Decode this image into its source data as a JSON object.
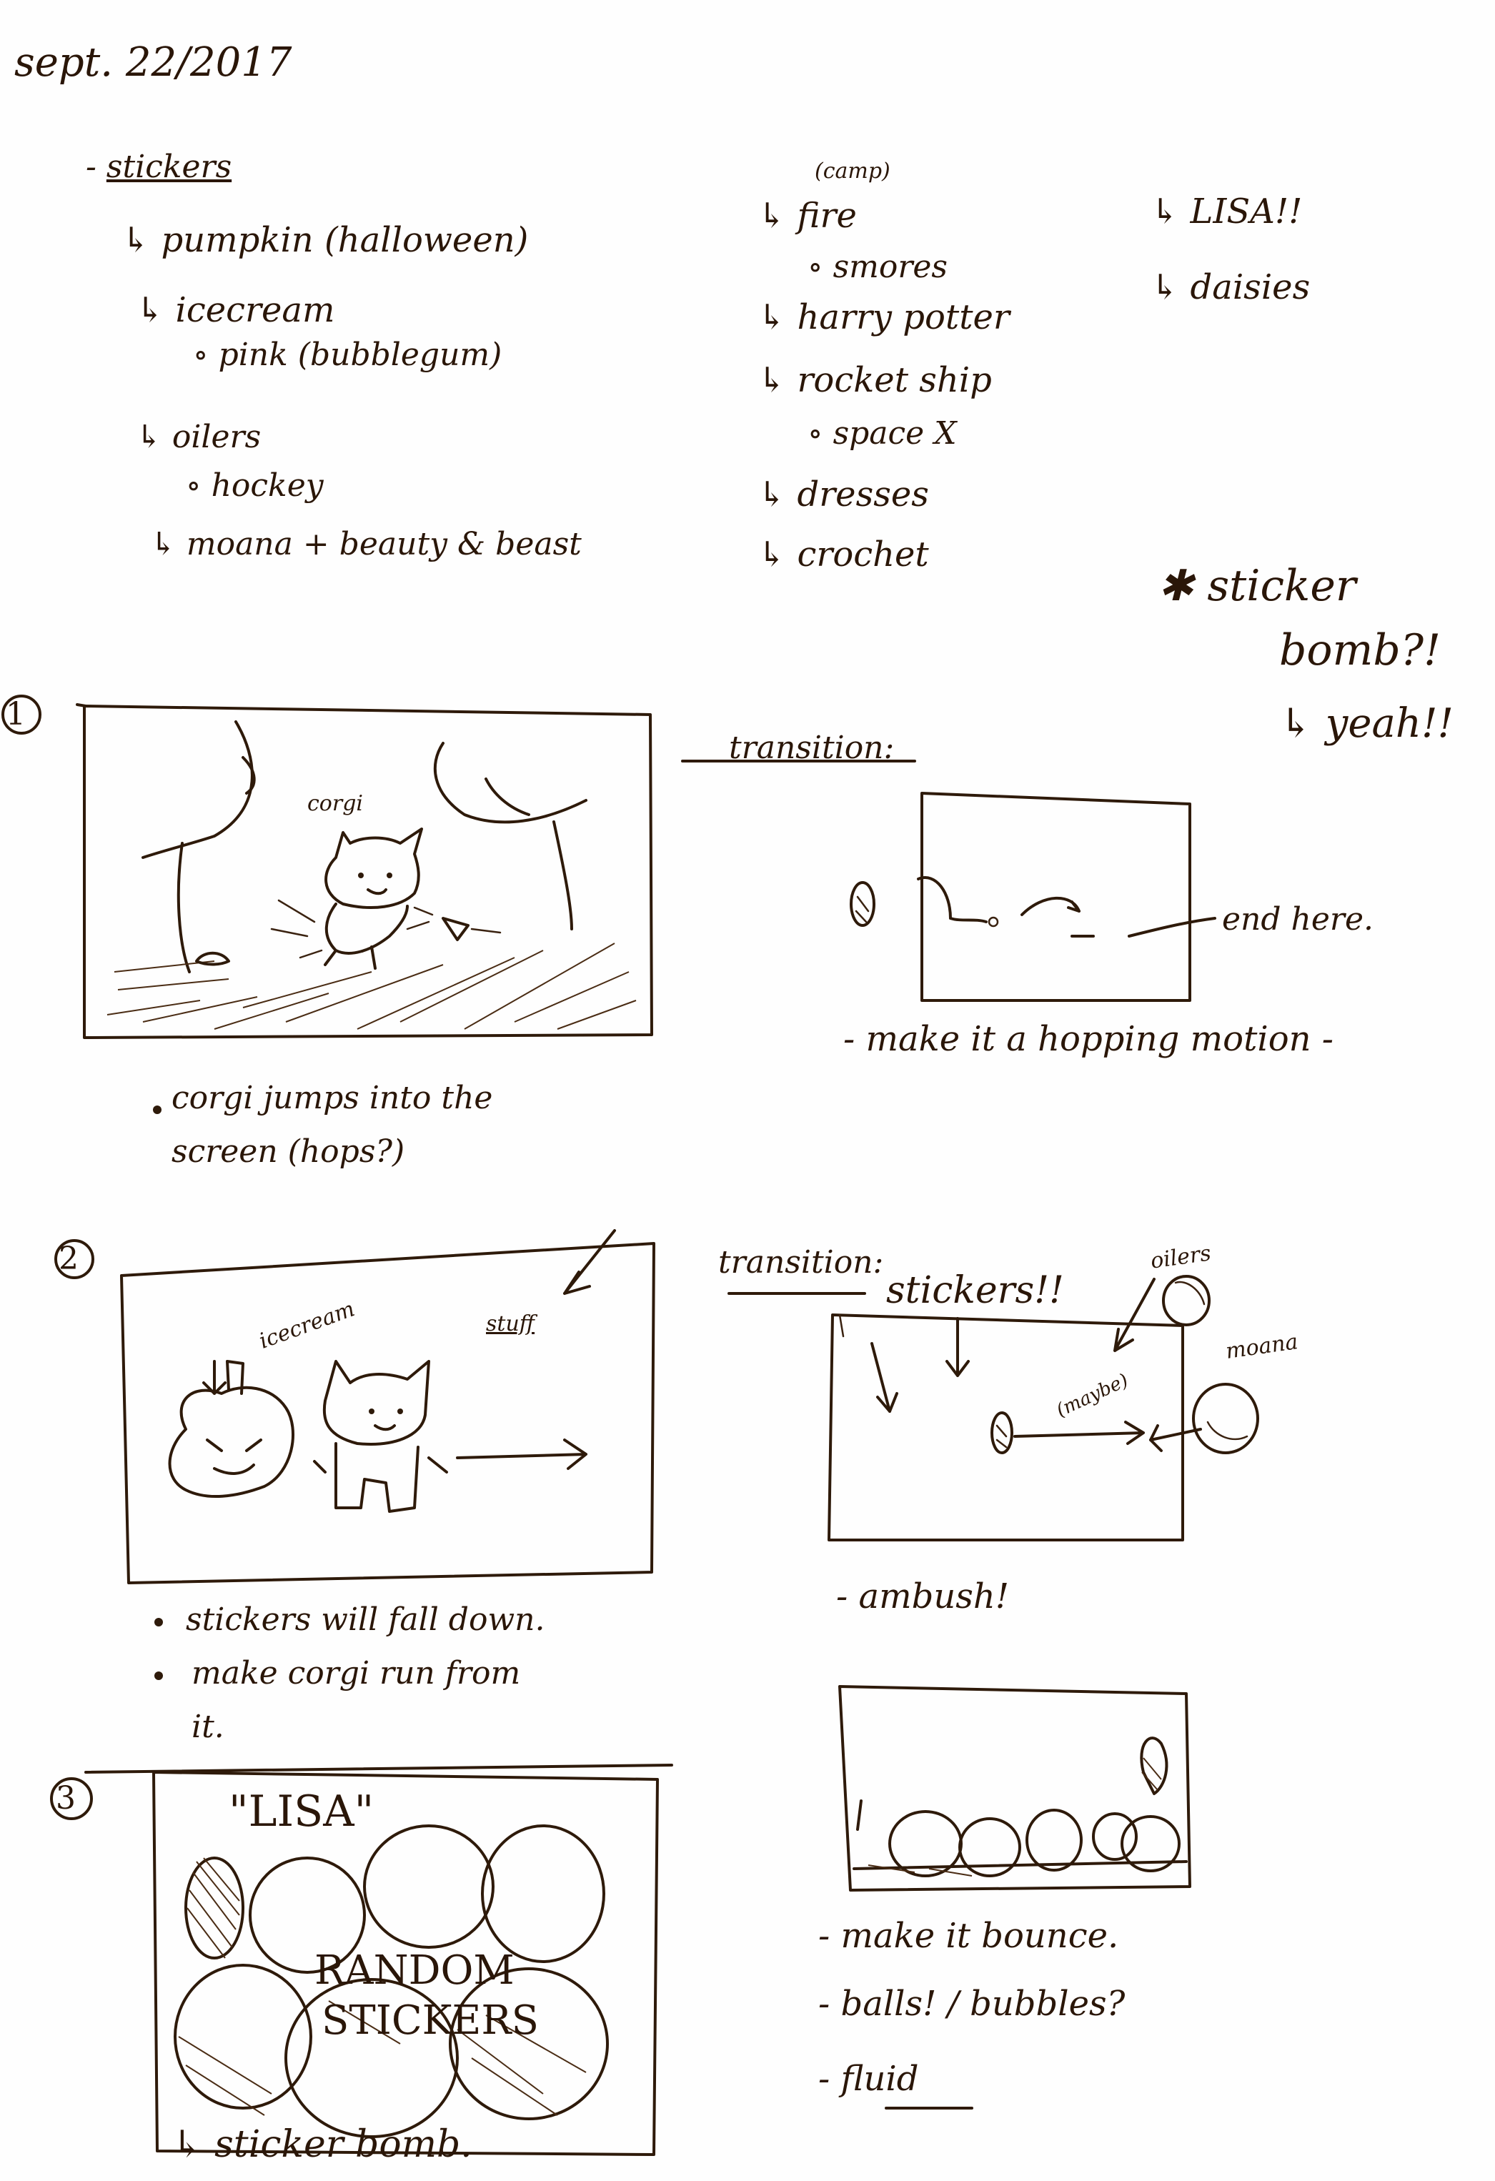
{
  "date": "sept. 22/2017",
  "stickers_list": {
    "heading": "stickers",
    "items": [
      {
        "label": "pumpkin (halloween)"
      },
      {
        "label": "icecream",
        "sub": "pink (bubblegum)"
      },
      {
        "label": "oilers",
        "sub": "hockey"
      },
      {
        "label": "moana + beauty & beast"
      }
    ]
  },
  "middle_list": {
    "note": "(camp)",
    "items": [
      {
        "label": "fire",
        "sub": "smores"
      },
      {
        "label": "harry potter"
      },
      {
        "label": "rocket ship",
        "sub": "space X"
      },
      {
        "label": "dresses"
      },
      {
        "label": "crochet"
      }
    ]
  },
  "right_list": {
    "items": [
      {
        "label": "LISA!!"
      },
      {
        "label": "daisies"
      }
    ]
  },
  "sticker_bomb_note": {
    "line1": "sticker",
    "line2": "bomb?!",
    "reply": "yeah!!"
  },
  "frames": [
    {
      "number": "1",
      "label": "corgi",
      "caption_line1": "corgi jumps into the",
      "caption_line2": "screen (hops?)"
    },
    {
      "number": "2",
      "label_left": "icecream",
      "label_right": "stuff",
      "caption_line1": "stickers will fall down.",
      "caption_line2": "make corgi run from",
      "caption_line3": "it."
    },
    {
      "number": "3",
      "label_top": "\"LISA\"",
      "center_line1": "RANDOM",
      "center_line2": "STICKERS",
      "caption": "sticker bomb."
    }
  ],
  "transitions": [
    {
      "label": "transition:",
      "end_note": "end here.",
      "caption": "- make it a hopping motion -"
    },
    {
      "label": "transition:",
      "top_label": "stickers!!",
      "oilers_label": "oilers",
      "moana_label": "moana",
      "maybe_label": "(maybe)",
      "caption": "- ambush!"
    },
    {
      "caption_line1": "- make it bounce.",
      "caption_line2": "- balls! / bubbles?",
      "caption_line3": "- fluid"
    }
  ]
}
